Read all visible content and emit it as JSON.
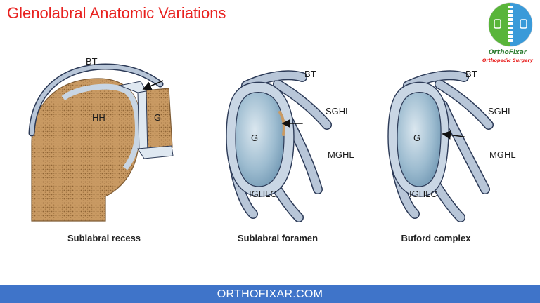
{
  "title": "Glenolabral Anatomic Variations",
  "logo": {
    "brand": "OrthoFixar",
    "subtitle": "Orthopedic Surgery"
  },
  "panels": [
    {
      "caption": "Sublabral recess",
      "labels": {
        "bt": "BT",
        "hh": "HH",
        "g": "G"
      }
    },
    {
      "caption": "Sublabral foramen",
      "labels": {
        "bt": "BT",
        "sghl": "SGHL",
        "g": "G",
        "mghl": "MGHL",
        "ighlc": "IGHLC"
      }
    },
    {
      "caption": "Buford complex",
      "labels": {
        "bt": "BT",
        "sghl": "SGHL",
        "g": "G",
        "mghl": "MGHL",
        "ighlc": "IGHLC"
      }
    }
  ],
  "footer": {
    "text": "ORTHOFIXAR.COM"
  },
  "colors": {
    "title": "#e8211f",
    "footer": "#3f74c9",
    "bone": "#c99a63",
    "ligament": "#b8c6d8",
    "glenoid": "#8fb2c8",
    "outline": "#2c3a57"
  }
}
